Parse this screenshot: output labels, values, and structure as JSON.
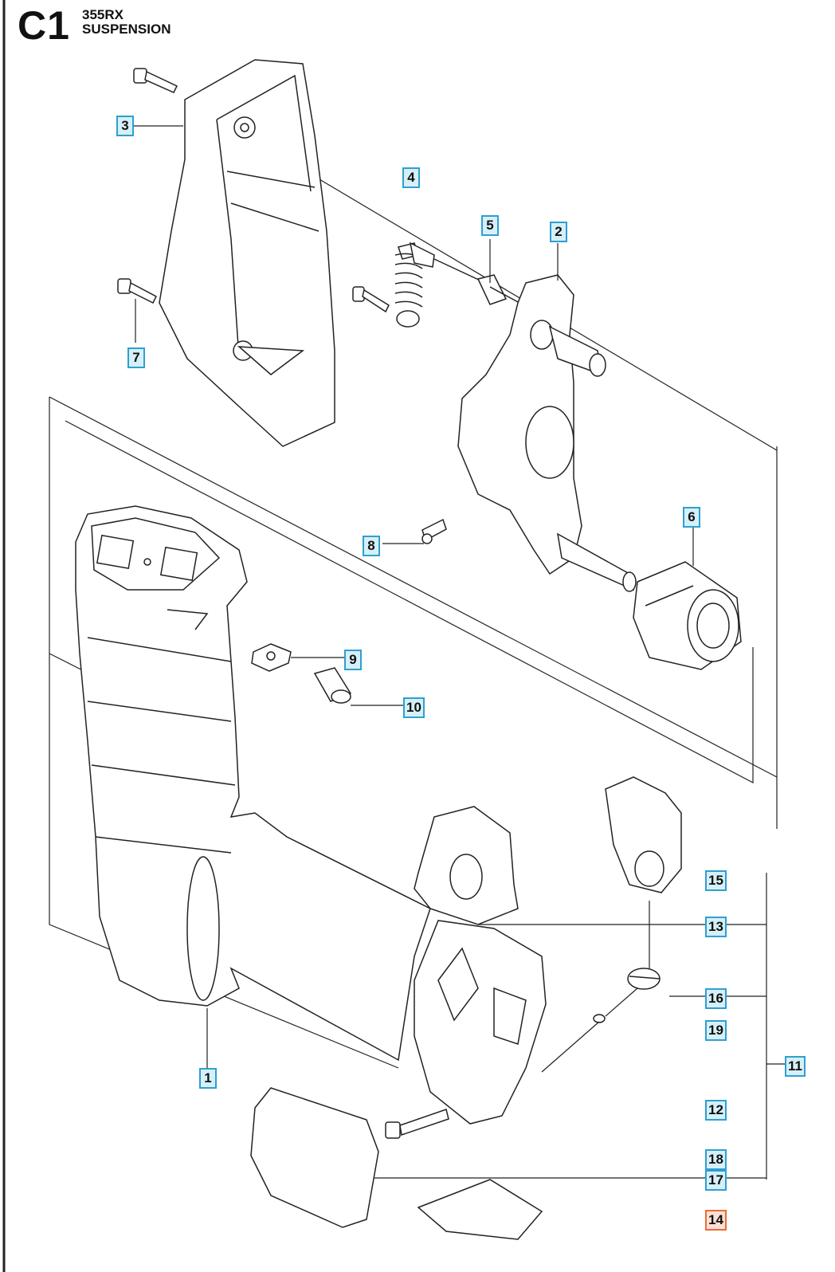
{
  "header": {
    "section_code": "C1",
    "model": "355RX",
    "group": "SUSPENSION"
  },
  "callouts": [
    {
      "id": "c1",
      "label": "1"
    },
    {
      "id": "c2",
      "label": "2"
    },
    {
      "id": "c3",
      "label": "3"
    },
    {
      "id": "c4",
      "label": "4"
    },
    {
      "id": "c5",
      "label": "5"
    },
    {
      "id": "c6",
      "label": "6"
    },
    {
      "id": "c7",
      "label": "7"
    },
    {
      "id": "c8",
      "label": "8"
    },
    {
      "id": "c9",
      "label": "9"
    },
    {
      "id": "c10",
      "label": "10"
    },
    {
      "id": "c11",
      "label": "11"
    },
    {
      "id": "c12",
      "label": "12"
    },
    {
      "id": "c13",
      "label": "13"
    },
    {
      "id": "c14",
      "label": "14",
      "highlighted": true
    },
    {
      "id": "c15",
      "label": "15"
    },
    {
      "id": "c16",
      "label": "16"
    },
    {
      "id": "c17",
      "label": "17"
    },
    {
      "id": "c18",
      "label": "18"
    },
    {
      "id": "c19",
      "label": "19"
    }
  ],
  "colors": {
    "callout_fill": "#d6f0fa",
    "callout_border": "#2f9fcf",
    "highlight_fill": "#fde0d4",
    "highlight_border": "#ea6b3a",
    "line": "#1a1a1a"
  }
}
